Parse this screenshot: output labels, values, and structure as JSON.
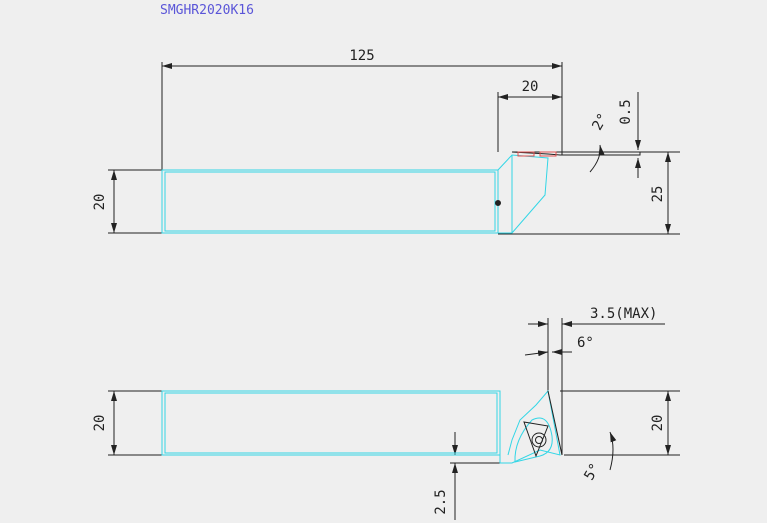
{
  "drawing": {
    "title": "SMGHR2020K16",
    "colors": {
      "background": "#efefef",
      "dimension": "#222222",
      "outline": "#33d6e6",
      "title": "#5a55d8",
      "insert_tip": "#e05050"
    },
    "top_view": {
      "dim_overall_length": "125",
      "dim_head_length": "20",
      "dim_height_left": "20",
      "dim_height_right": "25",
      "dim_offset": "0.5",
      "dim_angle": "2°"
    },
    "bottom_view": {
      "dim_max_depth": "3.5(MAX)",
      "dim_angle_top": "6°",
      "dim_width_left": "20",
      "dim_width_right": "20",
      "dim_step": "2.5",
      "dim_angle_bottom": "5°"
    }
  }
}
